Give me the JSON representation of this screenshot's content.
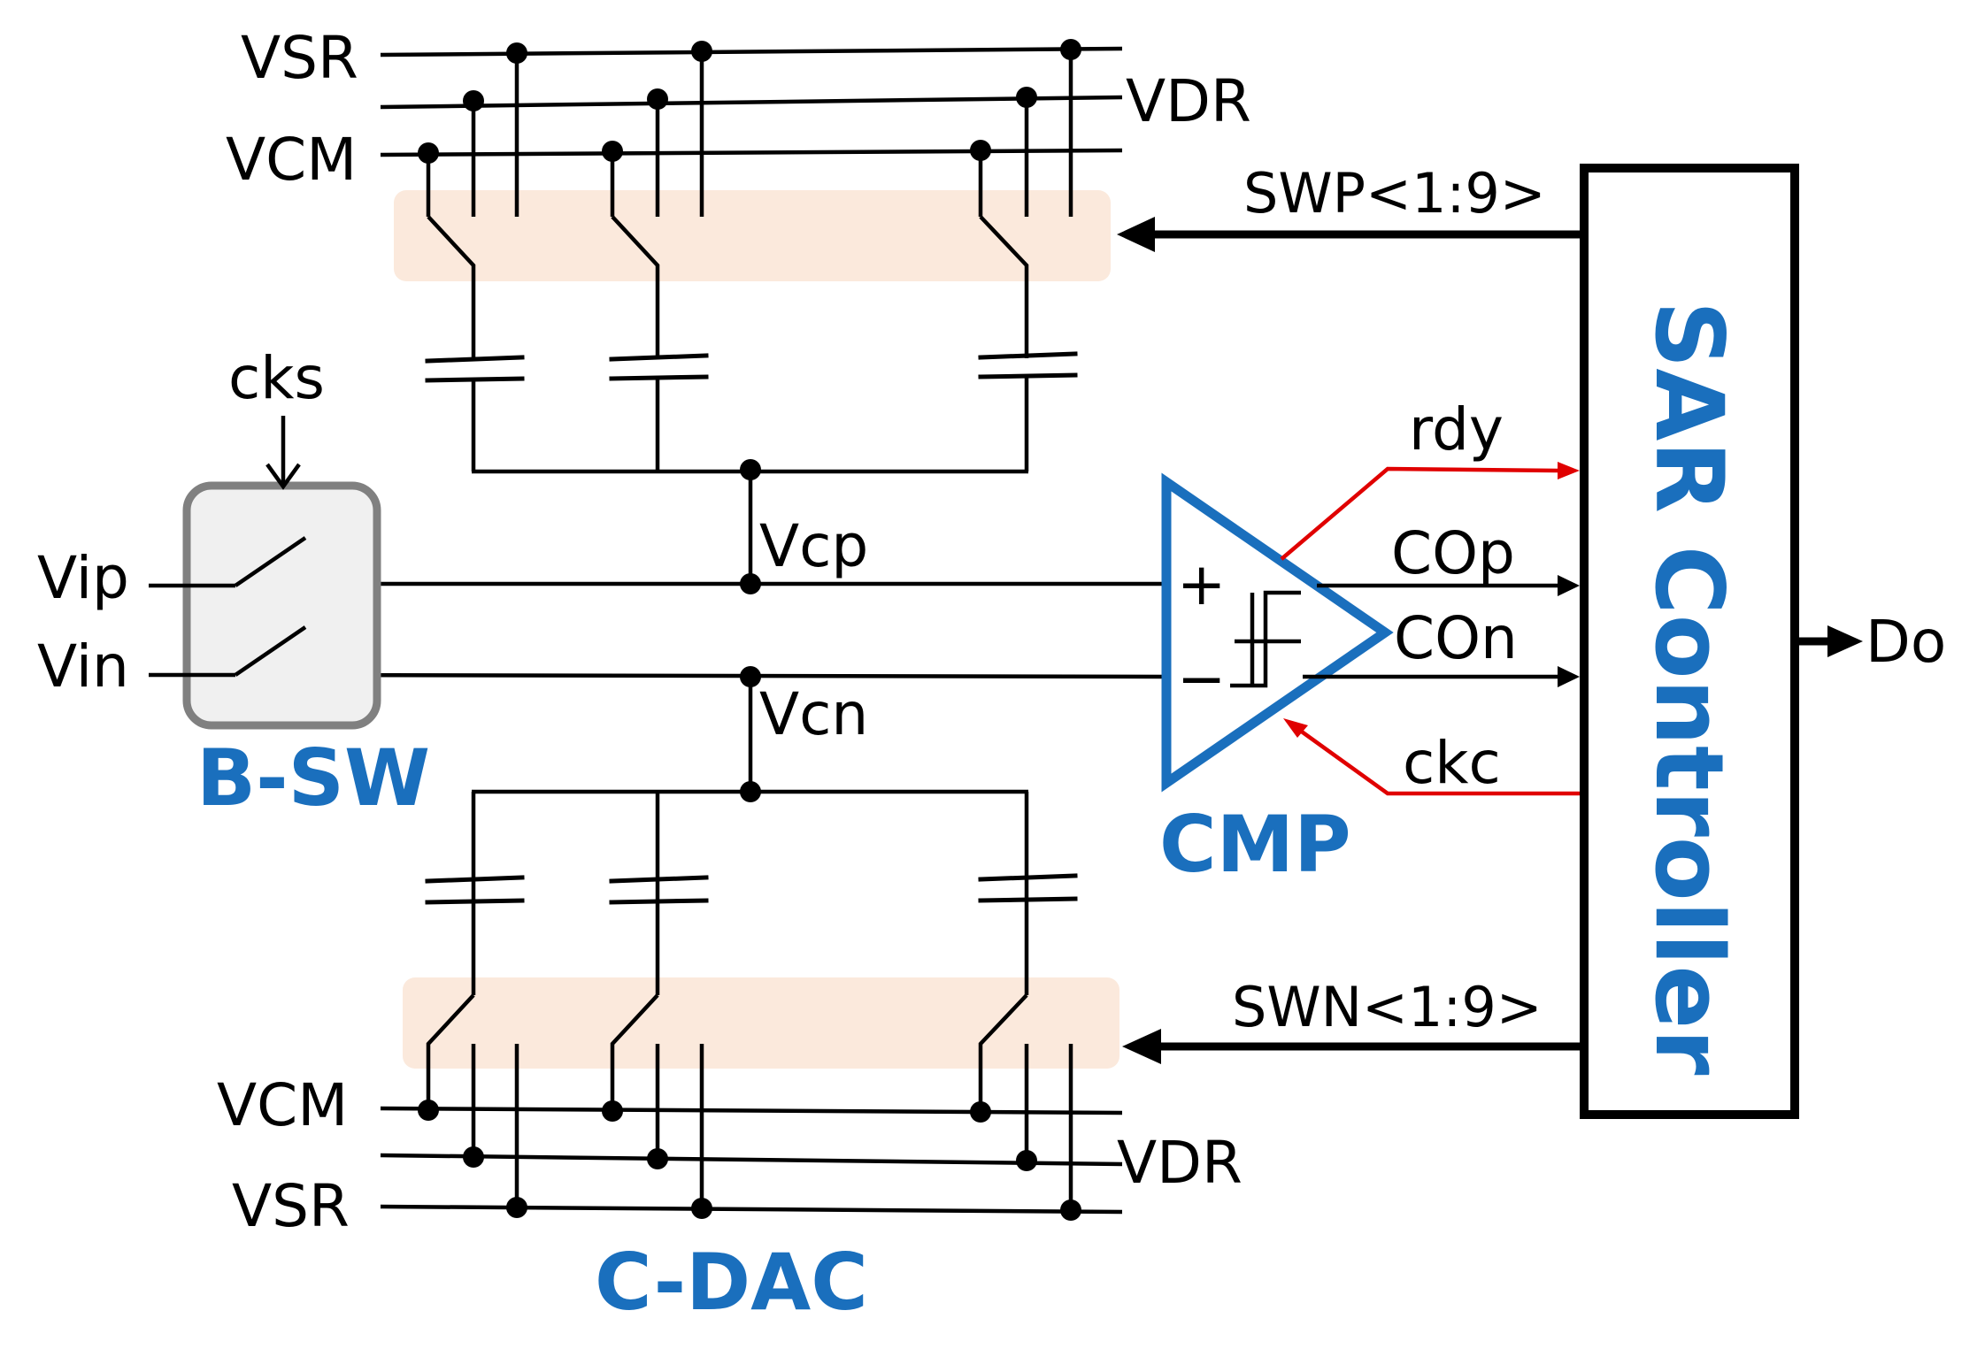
{
  "colors": {
    "accent_blue": "#1a6fbd",
    "highlight_band": "#fbe9dc",
    "signal_red": "#e00000",
    "bsw_fill": "#f0f0f0",
    "bsw_border": "#808080"
  },
  "rails": {
    "top_vsr": "VSR",
    "top_vdr": "VDR",
    "top_vcm": "VCM",
    "bottom_vcm": "VCM",
    "bottom_vdr": "VDR",
    "bottom_vsr": "VSR"
  },
  "inputs": {
    "vip": "Vip",
    "vin": "Vin",
    "clock_sample": "cks"
  },
  "nodes": {
    "vcp": "Vcp",
    "vcn": "Vcn"
  },
  "comparator": {
    "plus": "+",
    "minus": "−",
    "out_p": "COp",
    "out_n": "COn",
    "ready": "rdy",
    "clock": "ckc"
  },
  "buses": {
    "swp": "SWP<1:9>",
    "swn": "SWN<1:9>"
  },
  "output": {
    "do": "Do"
  },
  "blocks": {
    "bsw": "B-SW",
    "cdac": "C-DAC",
    "cmp": "CMP",
    "sar": "SAR Controller"
  }
}
